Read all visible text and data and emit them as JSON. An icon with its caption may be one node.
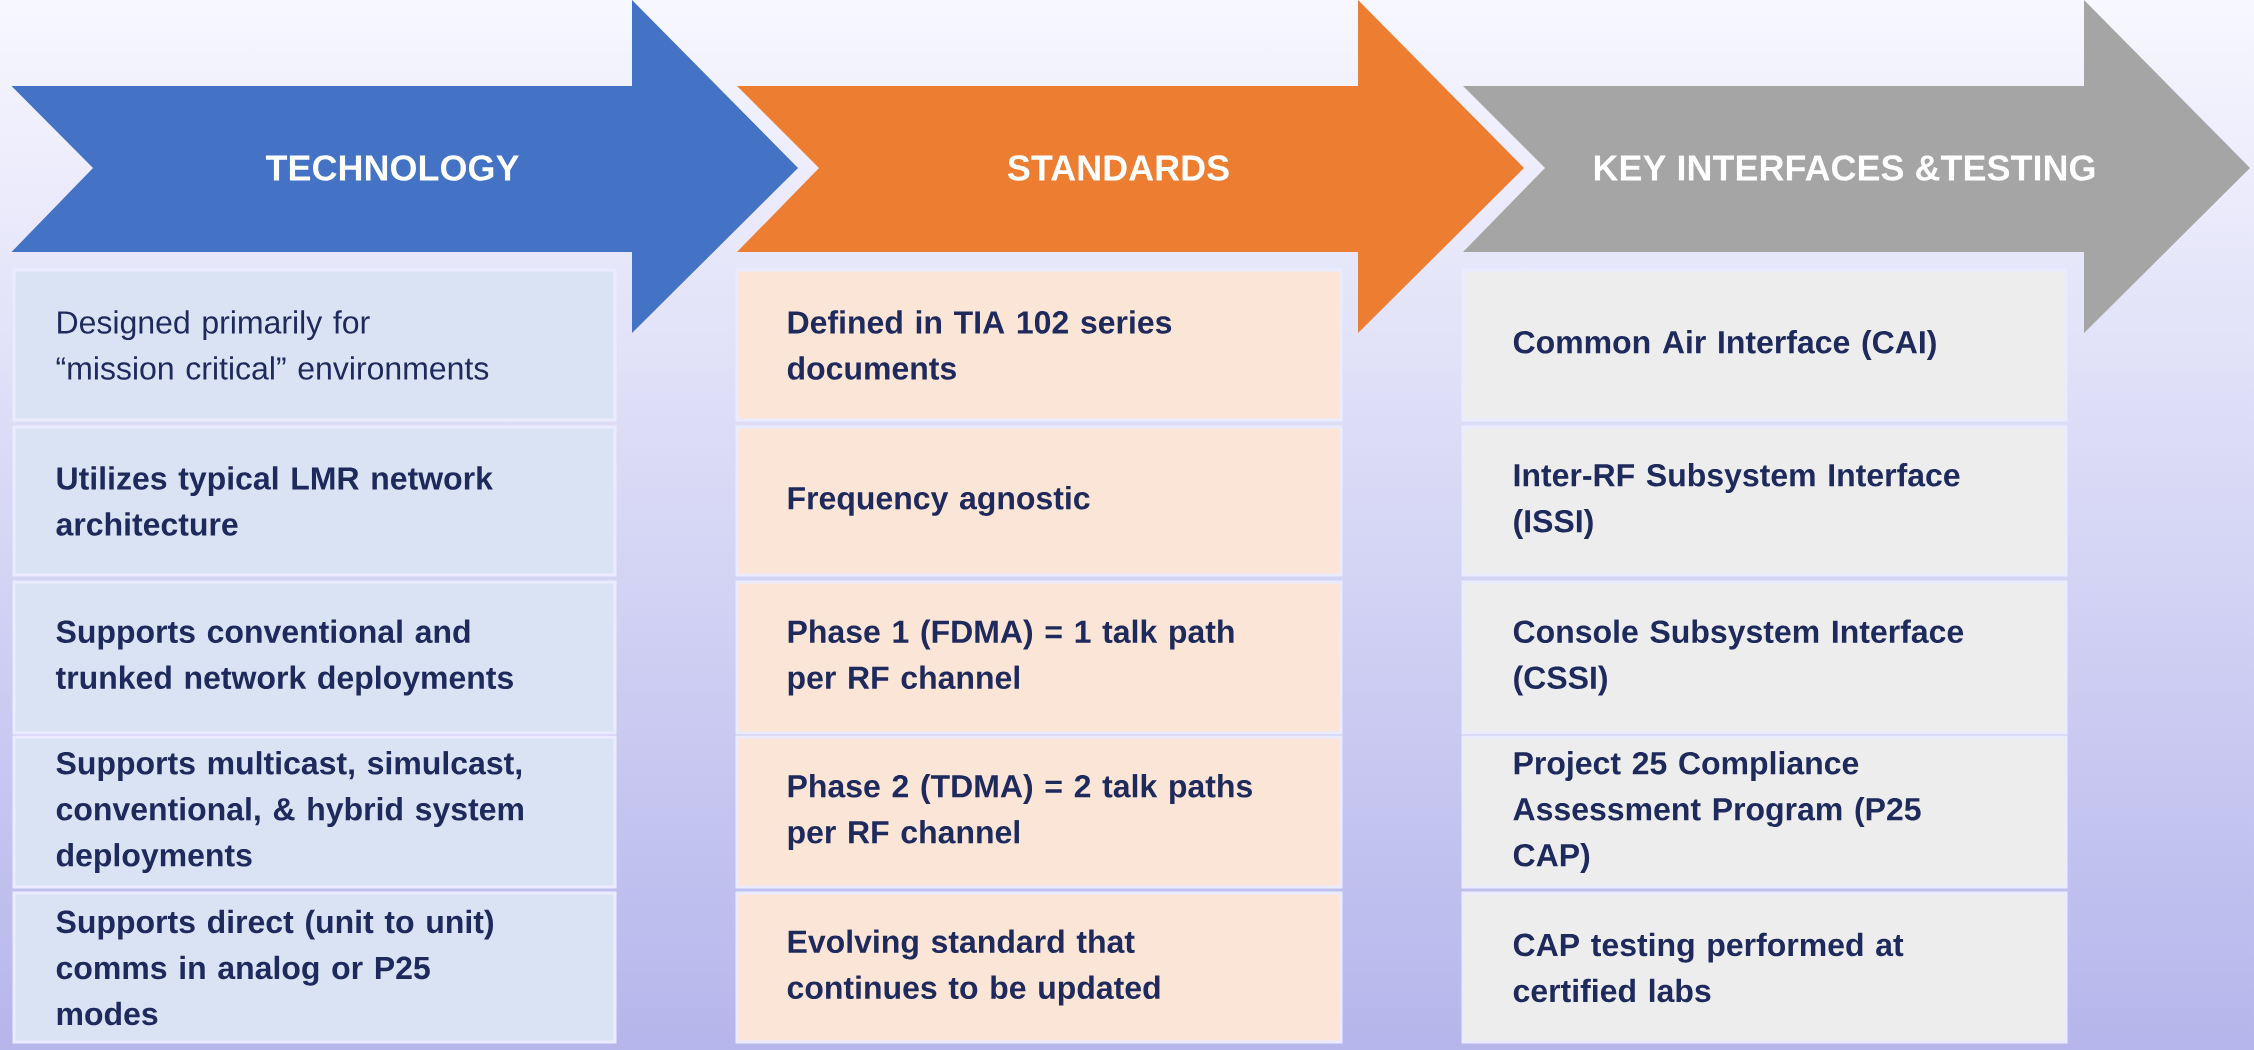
{
  "diagram": {
    "nodes": [
      {
        "text": [
          "TECHNOLOGY"
        ]
      },
      {
        "text": [
          "Designed primarily for “mission critical” environments"
        ]
      },
      {
        "text": [
          "Utilizes typical LMR network architecture"
        ]
      },
      {
        "text": [
          "Supports conventional and trunked network deployments"
        ]
      },
      {
        "text": [
          "Supports multicast, simulcast, conventional, & hybrid system deployments"
        ]
      },
      {
        "text": [
          "Supports direct (unit to unit) comms in analog or P25 modes"
        ]
      },
      {
        "text": [
          "STANDARDS"
        ]
      },
      {
        "text": [
          "Defined in TIA 102 series documents"
        ]
      },
      {
        "text": [
          "Frequency agnostic"
        ]
      },
      {
        "text": [
          "Phase 1 (FDMA) = 1 talk path per RF channel"
        ]
      },
      {
        "text": [
          "Phase 2 (TDMA) = 2 talk paths per RF channel"
        ]
      },
      {
        "text": [
          "Evolving standard that continues to be updated"
        ]
      },
      {
        "text": [
          "KEY INTERFACES &TESTING"
        ]
      },
      {
        "text": [
          "Common Air Interface (CAI)"
        ]
      },
      {
        "text": [
          "Inter-RF Subsystem Interface (ISSI)"
        ]
      },
      {
        "text": [
          "Console Subsystem Interface (CSSI)"
        ]
      },
      {
        "text": [
          "Project 25 Compliance Assessment Program (P25 CAP)"
        ]
      },
      {
        "text": [
          "CAP testing performed at certified labs"
        ]
      }
    ]
  }
}
